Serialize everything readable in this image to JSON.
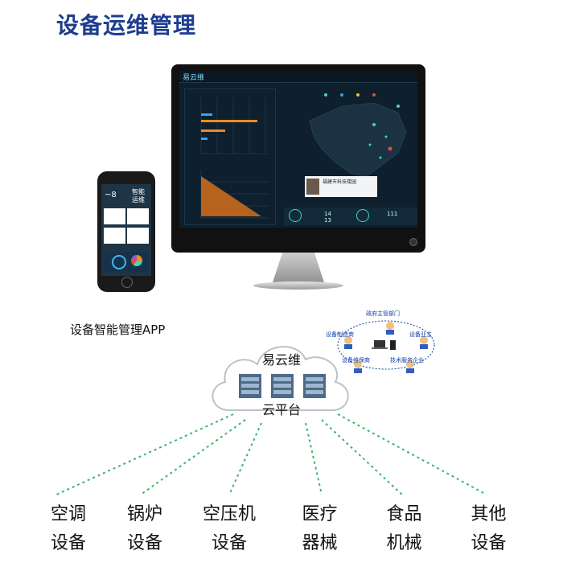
{
  "title": "设备运维管理",
  "monitor": {
    "brand": "易云维",
    "popup_title": "福建市科技楼园",
    "stats": [
      "14",
      "13",
      "111"
    ]
  },
  "phone": {
    "app_title_1": "智能",
    "app_title_2": "运维",
    "temp": "~8"
  },
  "app_label": "设备智能管理APP",
  "cloud": {
    "top_label": "易云维",
    "bottom_label": "云平台"
  },
  "cluster": {
    "labels": [
      "政府主管部门",
      "设备制造商",
      "设备业主",
      "设备维保商",
      "技术服务企业"
    ]
  },
  "equipment": [
    {
      "line1": "空调",
      "line2": "设备"
    },
    {
      "line1": "锅炉",
      "line2": "设备"
    },
    {
      "line1": "空压机",
      "line2": "设备"
    },
    {
      "line1": "医疗",
      "line2": "器械"
    },
    {
      "line1": "食品",
      "line2": "机械"
    },
    {
      "line1": "其他",
      "line2": "设备"
    }
  ],
  "colors": {
    "title": "#1d3d8f",
    "dash": "#3bb56b",
    "screen_bg": "#0e1f2d",
    "accent_orange": "#f08a24"
  },
  "icons": [
    "server-icon",
    "cloud-icon",
    "person-icon",
    "laptop-icon",
    "phone-icon"
  ]
}
